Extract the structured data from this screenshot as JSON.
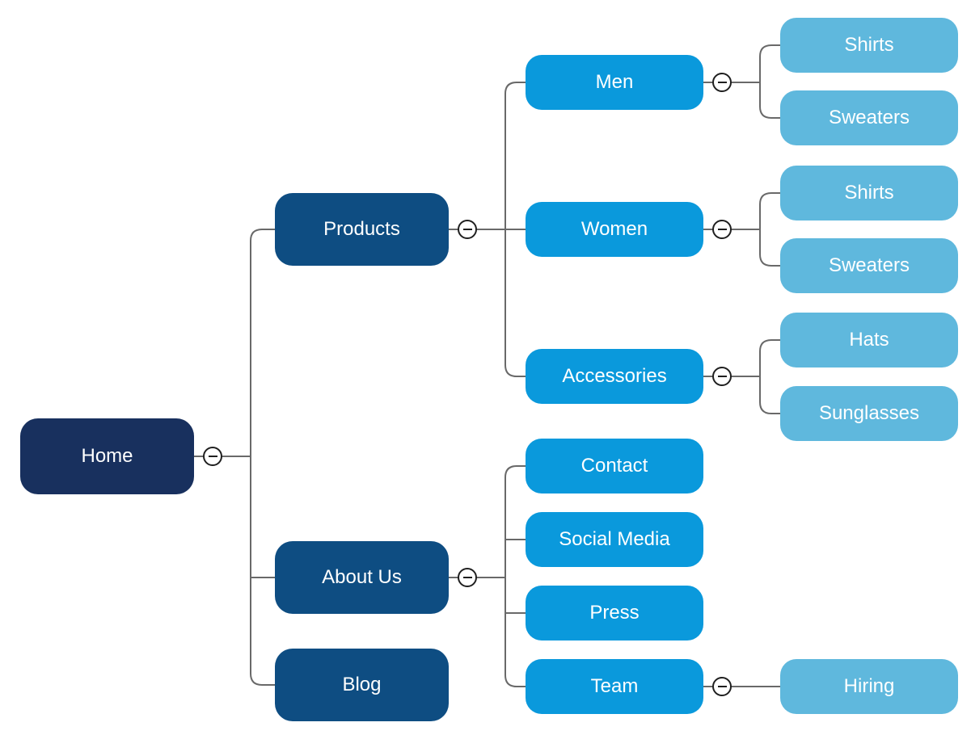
{
  "diagram": {
    "type": "sitemap-tree",
    "palette": {
      "background": "#ffffff",
      "root": "#18305E",
      "level1": "#0E4D82",
      "level2": "#0A99DC",
      "level3": "#5FB8DD",
      "node_text": "#ffffff",
      "connector": "#696969",
      "toggle_border": "#1f1f1f",
      "toggle_fill": "#ffffff"
    },
    "nodes": {
      "home": {
        "label": "Home",
        "level": 0,
        "has_children": true
      },
      "products": {
        "label": "Products",
        "level": 1,
        "has_children": true
      },
      "about_us": {
        "label": "About Us",
        "level": 1,
        "has_children": true
      },
      "blog": {
        "label": "Blog",
        "level": 1,
        "has_children": false
      },
      "men": {
        "label": "Men",
        "level": 2,
        "has_children": true
      },
      "women": {
        "label": "Women",
        "level": 2,
        "has_children": true
      },
      "accessories": {
        "label": "Accessories",
        "level": 2,
        "has_children": true
      },
      "contact": {
        "label": "Contact",
        "level": 2,
        "has_children": false
      },
      "social_media": {
        "label": "Social Media",
        "level": 2,
        "has_children": false
      },
      "press": {
        "label": "Press",
        "level": 2,
        "has_children": false
      },
      "team": {
        "label": "Team",
        "level": 2,
        "has_children": true
      },
      "men_shirts": {
        "label": "Shirts",
        "level": 3,
        "has_children": false
      },
      "men_sweaters": {
        "label": "Sweaters",
        "level": 3,
        "has_children": false
      },
      "women_shirts": {
        "label": "Shirts",
        "level": 3,
        "has_children": false
      },
      "women_sweaters": {
        "label": "Sweaters",
        "level": 3,
        "has_children": false
      },
      "hats": {
        "label": "Hats",
        "level": 3,
        "has_children": false
      },
      "sunglasses": {
        "label": "Sunglasses",
        "level": 3,
        "has_children": false
      },
      "hiring": {
        "label": "Hiring",
        "level": 3,
        "has_children": false
      }
    },
    "tree": {
      "Home": {
        "Products": {
          "Men": [
            "Shirts",
            "Sweaters"
          ],
          "Women": [
            "Shirts",
            "Sweaters"
          ],
          "Accessories": [
            "Hats",
            "Sunglasses"
          ]
        },
        "About Us": {
          "Contact": [],
          "Social Media": [],
          "Press": [],
          "Team": [
            "Hiring"
          ]
        },
        "Blog": []
      }
    },
    "toggles": {
      "state": "expanded",
      "symbol": "minus",
      "on_nodes": [
        "Home",
        "Products",
        "About Us",
        "Men",
        "Women",
        "Accessories",
        "Team"
      ]
    }
  }
}
